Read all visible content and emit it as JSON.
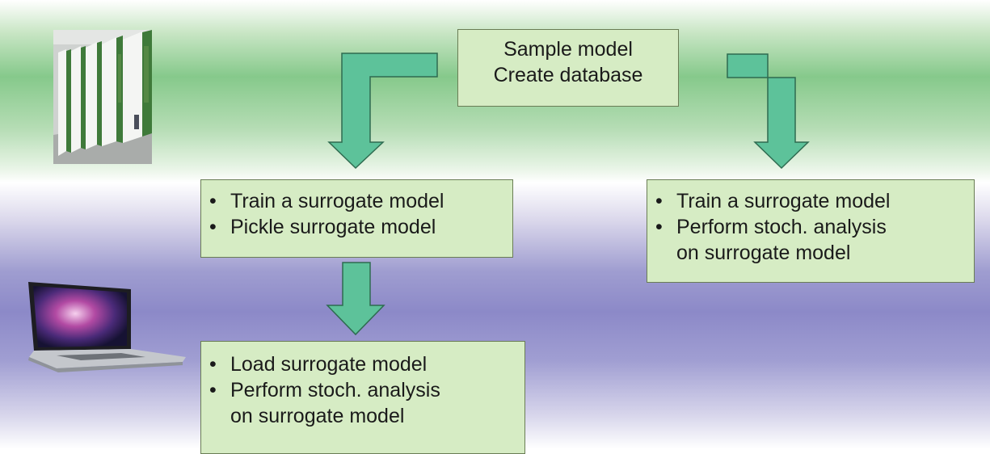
{
  "colors": {
    "box_fill": "#d6ecc4",
    "box_border": "#6a7d55",
    "arrow_fill": "#5dc29a",
    "arrow_stroke": "#2e6b50",
    "top_band": "#86c98b",
    "bottom_band": "#8c89c8"
  },
  "top_box": {
    "line1": "Sample model",
    "line2": "Create database"
  },
  "left_box": {
    "items": [
      "Train a surrogate model",
      "Pickle surrogate model"
    ]
  },
  "right_box": {
    "items": [
      "Train a surrogate model",
      "Perform stoch. analysis"
    ],
    "continuation": "on surrogate model"
  },
  "bottom_box": {
    "items": [
      "Load surrogate model",
      "Perform stoch. analysis"
    ],
    "continuation": "on surrogate model"
  },
  "images": {
    "top": "supercomputer-photo",
    "bottom": "laptop-photo"
  }
}
